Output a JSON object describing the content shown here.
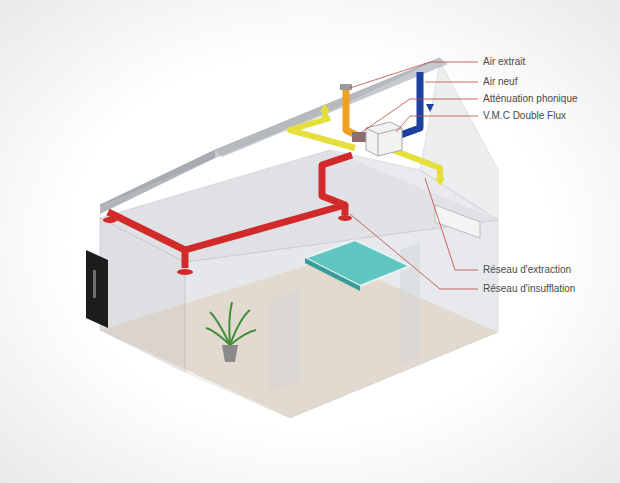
{
  "diagram": {
    "labels": [
      "Air extrait",
      "Air neuf",
      "Atténuation phonique",
      "V.M.C Double Flux",
      "Réseau d'extraction",
      "Réseau d'insufflation"
    ]
  }
}
